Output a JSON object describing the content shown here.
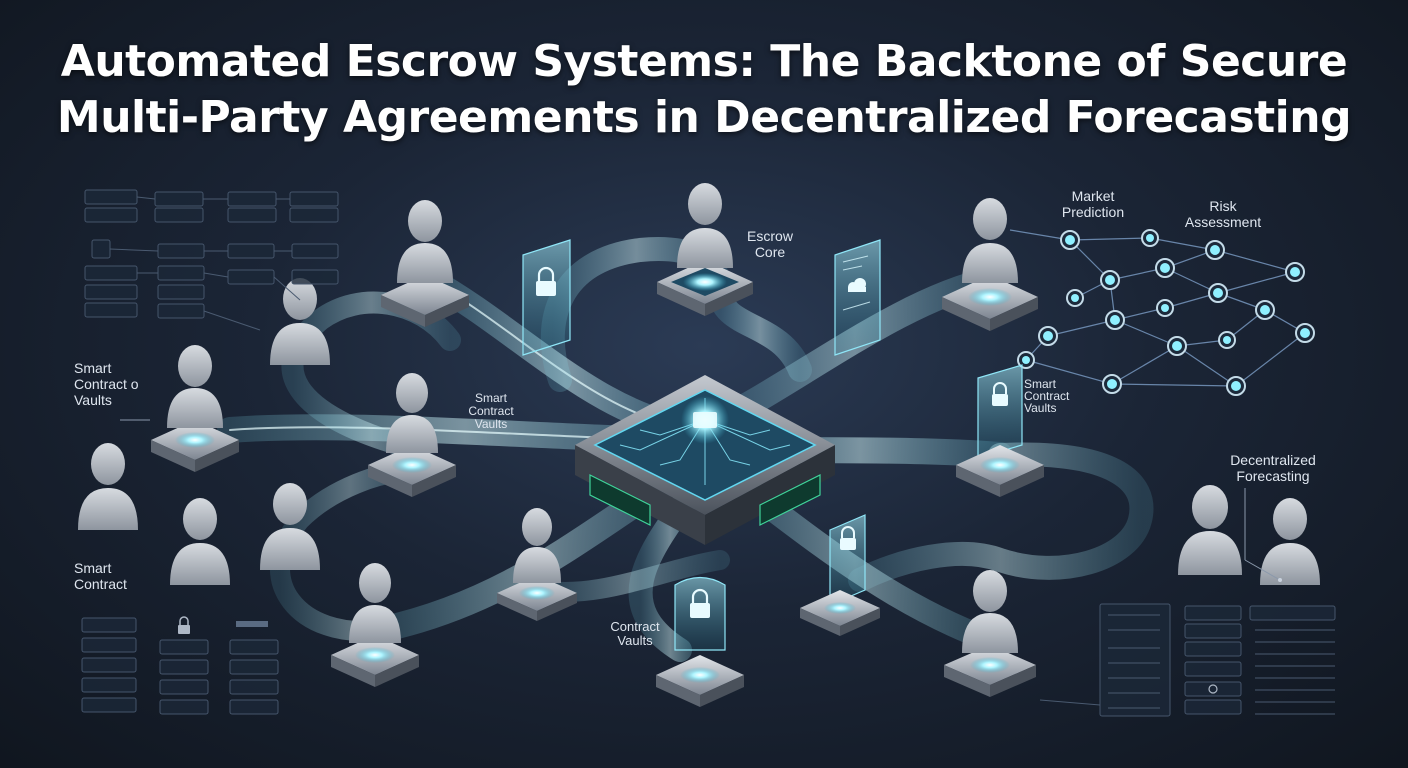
{
  "title": {
    "line1": "Automated Escrow Systems: The Backtone of Secure",
    "line2": "Multi-Party Agreements in Decentralized Forecasting"
  },
  "labels": {
    "escrow_core": [
      "Escrow",
      "Core"
    ],
    "market_prediction": [
      "Market",
      "Prediction"
    ],
    "risk_assessment": [
      "Risk",
      "Assessment"
    ],
    "smart_contract_vaults_left": [
      "Smart",
      "Contract o",
      "Vaults"
    ],
    "smart_contract_vaults_center": [
      "Smart",
      "Contract",
      "Vaults"
    ],
    "smart_contract_vaults_right": [
      "Smart",
      "Contract",
      "Vaults"
    ],
    "decentralized_forecasting": [
      "Decentralized",
      "Forecasting"
    ],
    "smart_contract": [
      "Smart",
      "Contract"
    ],
    "contract_vaults": [
      "Contract",
      "Vaults"
    ]
  },
  "colors": {
    "accent": "#7fe9ff",
    "glow": "#bff6ff",
    "stream": "#9fd8e6",
    "node": "#c9ced6",
    "panel_border": "#3e4c60",
    "green_trim": "#3fd49a"
  }
}
